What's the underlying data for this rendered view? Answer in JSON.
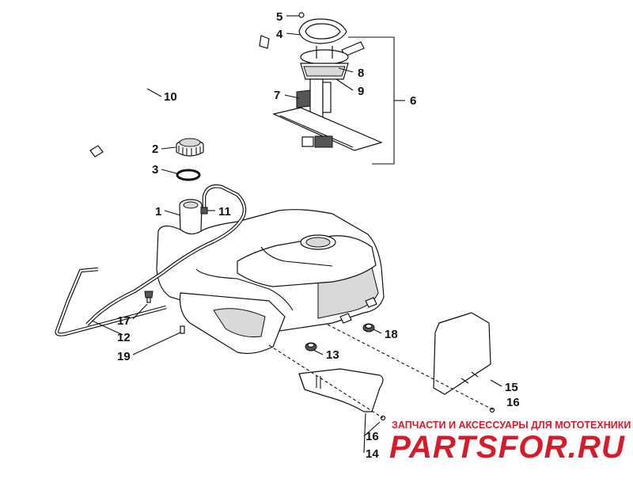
{
  "labels": {
    "p1": "1",
    "p2": "2",
    "p3": "3",
    "p4": "4",
    "p5": "5",
    "p6": "6",
    "p7": "7",
    "p8": "8",
    "p9": "9",
    "p10": "10",
    "p11": "11",
    "p12": "12",
    "p13": "13",
    "p14": "14",
    "p15": "15",
    "p16a": "16",
    "p16b": "16",
    "p17": "17",
    "p18": "18",
    "p19": "19"
  },
  "watermark": {
    "tagline": "ЗАПЧАСТИ И АКСЕССУАРЫ ДЛЯ МОТОТЕХНИКИ",
    "brand": "PARTSFOR.RU"
  },
  "colors": {
    "watermark": "#d81b2a",
    "line": "#111111",
    "background": "#ffffff"
  }
}
